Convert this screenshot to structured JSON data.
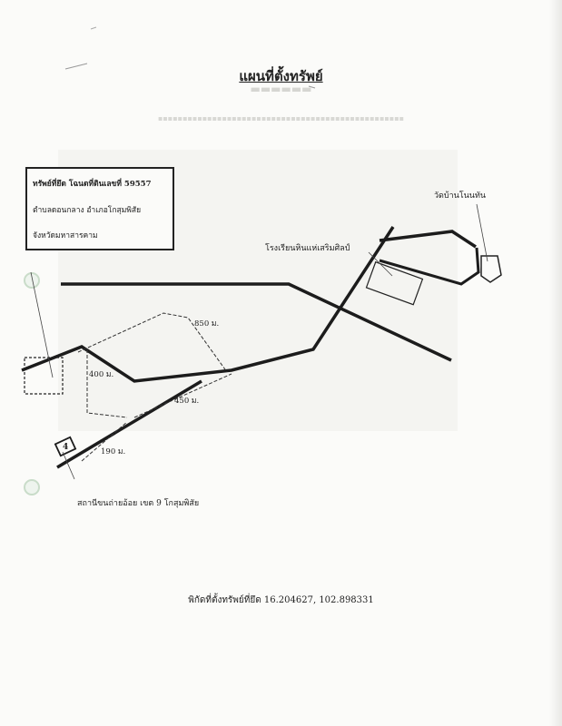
{
  "title": "แผนที่ตั้งทรัพย์",
  "info_box": {
    "line1": "ทรัพย์ที่ยึด โฉนดที่ดินเลขที่ 59557",
    "line2": "ตำบลดอนกลาง   อำเภอโกสุมพิสัย",
    "line3": "จังหวัดมหาสารคาม"
  },
  "landmarks": {
    "temple": "วัดบ้านโนนทัน",
    "school": "โรงเรียนหินแห่เสริมศิลป์",
    "station": "สถานีขนถ่ายอ้อย เขต 9 โกสุมพิสัย"
  },
  "distances": {
    "d850": "850 ม.",
    "d400": "400 ม.",
    "d450": "450 ม.",
    "d190": "190 ม."
  },
  "coordinates": "พิกัดที่ตั้งทรัพย์ที่ยึด 16.204627, 102.898331"
}
